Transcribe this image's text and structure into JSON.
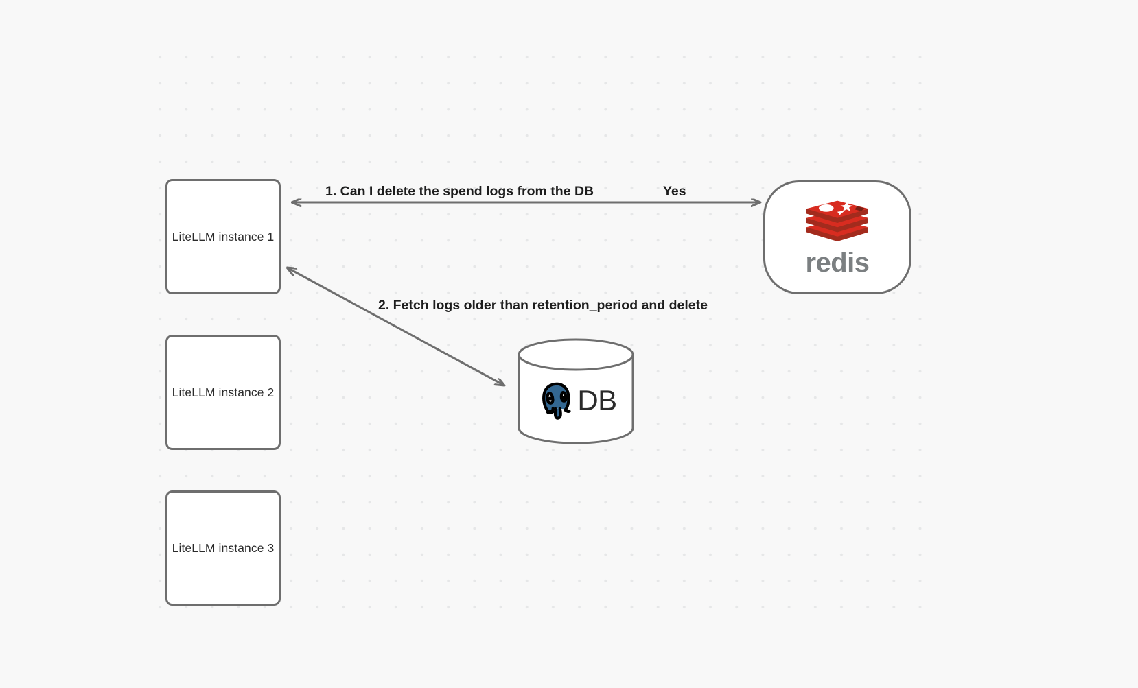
{
  "canvas": {
    "background_color": "#f8f8f8",
    "grid_dot_color": "#e6e7e8"
  },
  "nodes": {
    "litellm_1": {
      "label": "LiteLLM instance 1"
    },
    "litellm_2": {
      "label": "LiteLLM instance 2"
    },
    "litellm_3": {
      "label": "LiteLLM instance 3"
    },
    "redis": {
      "wordmark": "redis",
      "logo_color": "#d82c20",
      "wordmark_color": "#7b7f81"
    },
    "database": {
      "label": "DB",
      "logo_color": "#336791"
    }
  },
  "edges": {
    "step_1_label": "1.  Can I delete the spend logs from the DB",
    "step_1_answer": "Yes",
    "step_2_label": "2.  Fetch logs older than retention_period and delete",
    "stroke_color": "#6e6e6e"
  }
}
